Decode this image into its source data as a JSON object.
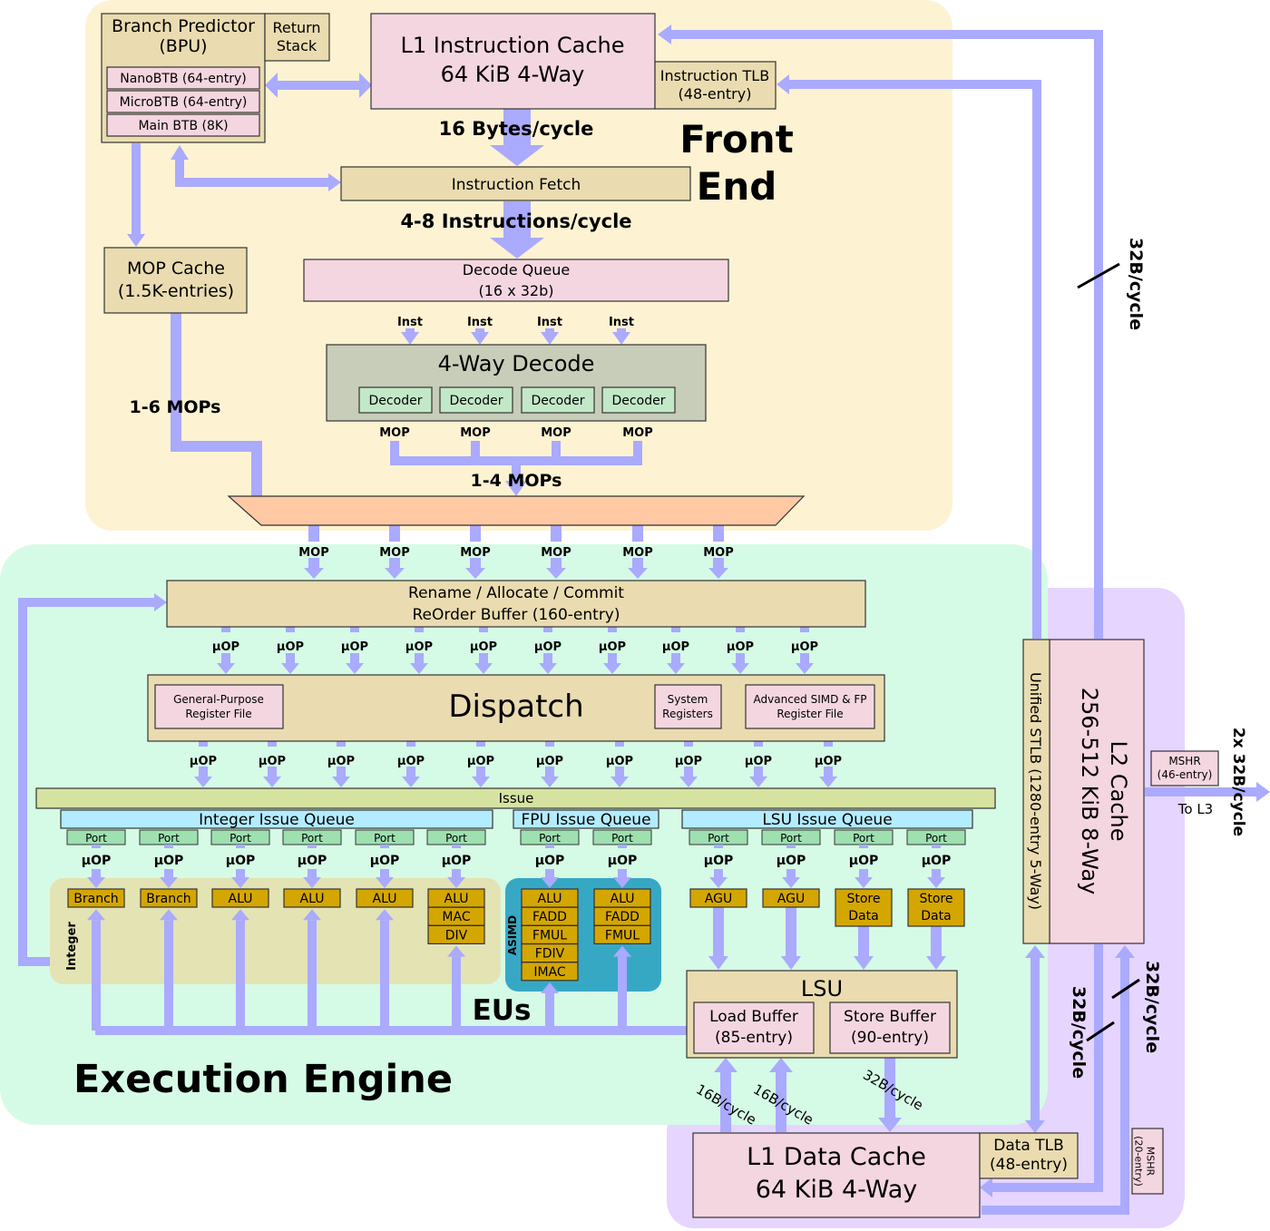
{
  "regions": {
    "front_end": "Front\nEnd",
    "execution_engine": "Execution Engine",
    "eus": "EUs"
  },
  "front_end": {
    "bpu_title": "Branch Predictor\n(BPU)",
    "return_stack": "Return\nStack",
    "nano_btb": "NanoBTB (64-entry)",
    "micro_btb": "MicroBTB (64-entry)",
    "main_btb": "Main BTB (8K)",
    "l1i": "L1 Instruction Cache\n64 KiB 4-Way",
    "itlb": "Instruction TLB\n(48-entry)",
    "bytes_per_cycle": "16 Bytes/cycle",
    "instruction_fetch": "Instruction Fetch",
    "insts_per_cycle": "4-8 Instructions/cycle",
    "mop_cache": "MOP Cache\n(1.5K-entries)",
    "decode_queue": "Decode Queue\n(16 x 32b)",
    "inst_label": "Inst",
    "four_way_decode": "4-Way Decode",
    "decoder": "Decoder",
    "mop_label": "MOP",
    "mops_1_6": "1-6 MOPs",
    "mops_1_4": "1-4 MOPs"
  },
  "execution": {
    "rename": "Rename / Allocate / Commit\nReOrder Buffer (160-entry)",
    "uop_label": "µOP",
    "dispatch": "Dispatch",
    "gprf": "General-Purpose\nRegister File",
    "sysreg": "System\nRegisters",
    "simd_rf": "Advanced SIMD & FP\nRegister File",
    "issue": "Issue",
    "int_iq": "Integer Issue Queue",
    "fpu_iq": "FPU Issue Queue",
    "lsu_iq": "LSU Issue Queue",
    "port_label": "Port",
    "integer_label": "Integer",
    "asimd_label": "ASIMD",
    "int_units": [
      [
        "Branch"
      ],
      [
        "Branch"
      ],
      [
        "ALU"
      ],
      [
        "ALU"
      ],
      [
        "ALU"
      ],
      [
        "ALU",
        "MAC",
        "DIV"
      ]
    ],
    "fpu_units": [
      [
        "ALU",
        "FADD",
        "FMUL",
        "FDIV",
        "IMAC"
      ],
      [
        "ALU",
        "FADD",
        "FMUL"
      ]
    ],
    "lsu_units": [
      "AGU",
      "AGU",
      "Store\nData",
      "Store\nData"
    ],
    "lsu": "LSU",
    "load_buffer": "Load Buffer\n(85-entry)",
    "store_buffer": "Store Buffer\n(90-entry)"
  },
  "memory": {
    "l2": "L2 Cache\n256-512 KiB 8-Way",
    "stlb": "Unified STLB (1280-entry 5-Way)",
    "mshr_l2": "MSHR\n(46-entry)",
    "to_l3": "To L3",
    "bw_l3": "2x 32B/cycle",
    "bw_l2_l1i": "32B/cycle",
    "bw_l2_l1d_a": "32B/cycle",
    "bw_l2_l1d_b": "32B/cycle",
    "l1d": "L1 Data Cache\n64 KiB 4-Way",
    "dtlb": "Data TLB\n(48-entry)",
    "mshr_l1d": "MSHR\n(20-entry)",
    "bw_load_a": "16B/cycle",
    "bw_load_b": "16B/cycle",
    "bw_store": "32B/cycle"
  },
  "colors": {
    "front_end_bg": "#fdf3d3",
    "execution_bg": "#d5fbe6",
    "memory_bg": "#e6d5ff",
    "arrow": "#aaaaff"
  }
}
